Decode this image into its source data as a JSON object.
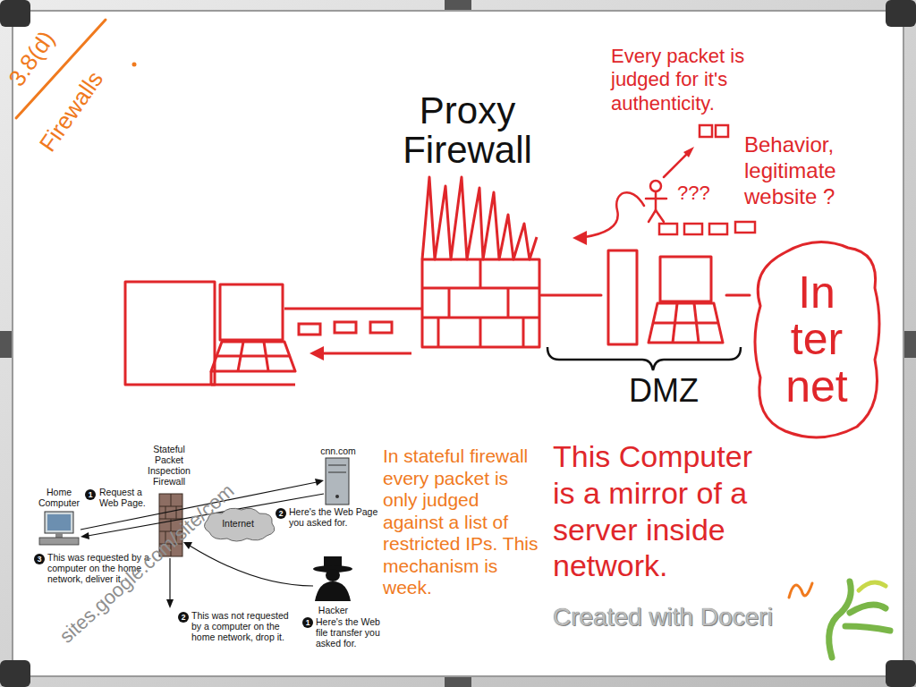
{
  "diagram": {
    "nodes": [
      {
        "text": [
          "Proxy Firewall"
        ]
      },
      {
        "text": [
          "DMZ"
        ]
      },
      {
        "text": [
          "In ter net"
        ]
      },
      {
        "text": [
          "Internet"
        ]
      }
    ],
    "edges": [
      {
        "from": 0,
        "to": 1,
        "arrow": "none"
      },
      {
        "from": 1,
        "to": 2,
        "arrow": "none"
      }
    ],
    "labels": [
      "3.8(d)",
      "Firewalls",
      "Every packet is judged for it's authenticity.",
      "???",
      "Behavior, legitimate website ?",
      "This Computer is a mirror of a server inside network.",
      "In stateful firewall every packet is only judged against a list of restricted IPs. This mechanism is week.",
      "Stateful Packet Inspection Firewall",
      "cnn.com",
      "Home Computer",
      "1",
      "Request a Web Page.",
      "2",
      "Here's the Web Page you asked for.",
      "3",
      "This was requested by a computer on the home network, deliver it.",
      "2",
      "This was not requested by a computer on the home network, drop it.",
      "Hacker",
      "1",
      "Here's the Web file transfer you asked for.",
      "sites.google.com/site/com",
      "Created with Doceri"
    ]
  }
}
